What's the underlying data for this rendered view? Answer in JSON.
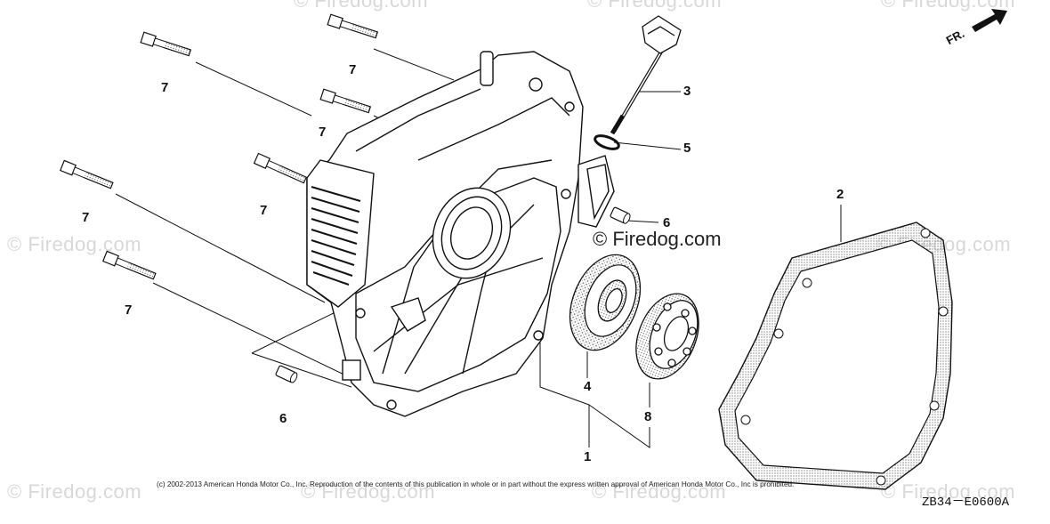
{
  "watermark": {
    "text": "© Firedog.com",
    "center_text": "© Firedog.com"
  },
  "direction": {
    "label": "FR."
  },
  "callouts": {
    "c1": "1",
    "c2": "2",
    "c3": "3",
    "c4": "4",
    "c5": "5",
    "c6a": "6",
    "c6b": "6",
    "c7a": "7",
    "c7b": "7",
    "c7c": "7",
    "c7d": "7",
    "c7e": "7",
    "c7f": "7",
    "c8": "8"
  },
  "copyright": "(c) 2002-2013 American Honda Motor Co., Inc. Reproduction of the contents of this publication in whole or in part without the express written approval of American Honda Motor Co., Inc is prohibited.",
  "diagram_code": "ZB34－E0600A",
  "parts": [
    {
      "ref": "1",
      "name": "crankcase-cover"
    },
    {
      "ref": "2",
      "name": "gasket"
    },
    {
      "ref": "3",
      "name": "oil-dipstick"
    },
    {
      "ref": "4",
      "name": "oil-seal"
    },
    {
      "ref": "5",
      "name": "o-ring"
    },
    {
      "ref": "6",
      "name": "dowel-pin"
    },
    {
      "ref": "7",
      "name": "flange-bolt"
    },
    {
      "ref": "8",
      "name": "ball-bearing"
    }
  ]
}
